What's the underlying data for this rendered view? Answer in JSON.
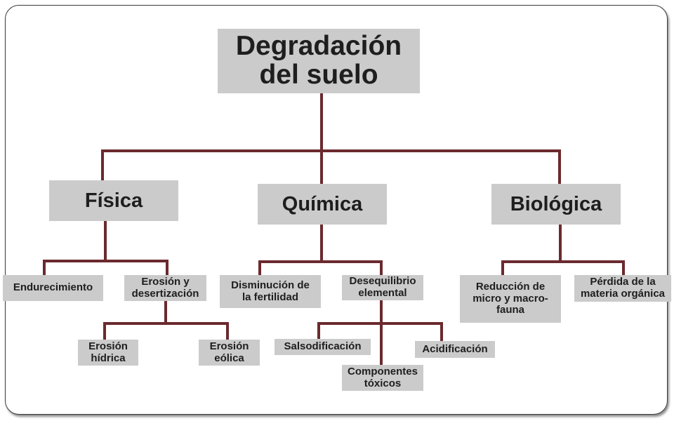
{
  "diagram": {
    "line_color": "#6b2a2e",
    "box_color": "#cbcbcb",
    "text_color": "#1e1e1e",
    "root": "Degradación\ndel suelo",
    "categories": {
      "fisica": "Física",
      "quimica": "Química",
      "biologica": "Biológica"
    },
    "fisica": {
      "endurecimiento": "Endurecimiento",
      "erosion_desertizacion": "Erosión y\ndesertización",
      "erosion_hidrica": "Erosión\nhídrica",
      "erosion_eolica": "Erosión\neólica"
    },
    "quimica": {
      "disminucion_fertilidad": "Disminución de\nla fertilidad",
      "desequilibrio_elemental": "Desequilibrio\nelemental",
      "salsodificacion": "Salsodificación",
      "componentes_toxicos": "Componentes\ntóxicos",
      "acidificacion": "Acidificación"
    },
    "biologica": {
      "reduccion_fauna": "Reducción de\nmicro y macro-\nfauna",
      "perdida_materia": "Pérdida de la\nmateria orgánica"
    }
  }
}
